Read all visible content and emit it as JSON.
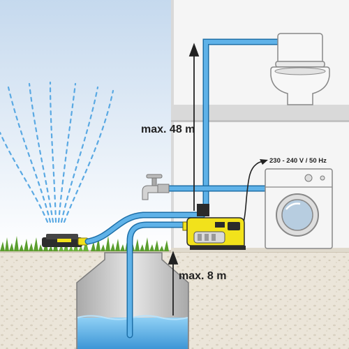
{
  "labels": {
    "height_max": "max. 48 m",
    "depth_max": "max. 8 m",
    "voltage": "230 - 240 V / 50 Hz"
  },
  "colors": {
    "sky_top": "#cfe0f0",
    "sky_bottom": "#ffffff",
    "wall": "#f4f4f4",
    "ground": "#e8e2d6",
    "pipe": "#4aa3df",
    "pipe_outline": "#1d6fa8",
    "water": "#5fb2e8",
    "pump_yellow": "#f2e21b",
    "grass": "#5a9e2d",
    "arrow": "#222222"
  },
  "icons": {
    "toilet": "toilet-icon",
    "washing_machine": "washing-machine-icon",
    "faucet": "faucet-icon",
    "pump": "garden-pump-icon",
    "sprinkler": "sprinkler-icon",
    "well": "well-cistern-icon"
  }
}
